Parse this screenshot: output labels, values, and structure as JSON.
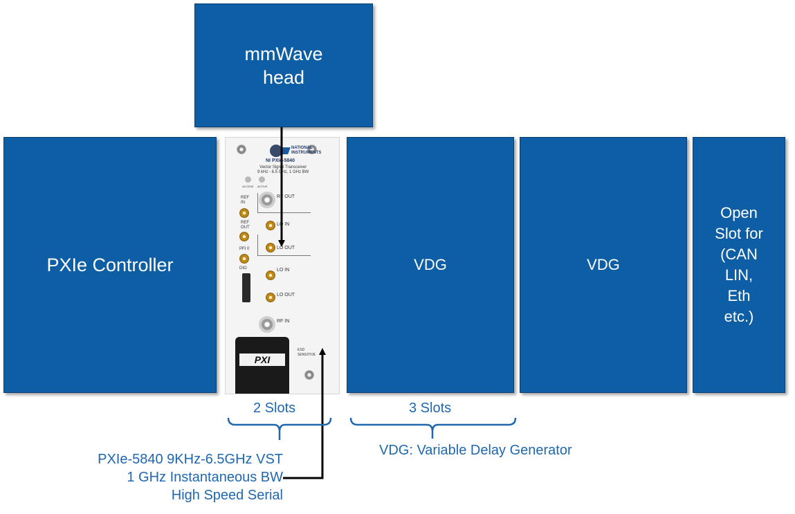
{
  "boxes": {
    "mmwave": "mmWave\nhead",
    "pxie_controller": "PXIe Controller",
    "vdg_1": "VDG",
    "vdg_2": "VDG",
    "open_slot": "Open\nSlot for\n(CAN\nLIN,\nEth\netc.)"
  },
  "module": {
    "brand": "NATIONAL\nINSTRUMENTS",
    "model": "NI PXIe-5840",
    "subtitle": "Vector Signal Transceiver\n9 kHz - 6.5 GHz, 1 GHz BW",
    "led_access": "ACCESS",
    "led_active": "ACTIVE",
    "ref_in": "REF\nIN",
    "ref_out": "REF\nOUT",
    "pfi0": "PFI 0",
    "dio": "DIO",
    "rf_out": "RF OUT",
    "lo_in_1": "LO IN",
    "lo_out_1": "LO OUT",
    "lo_in_2": "LO IN",
    "lo_out_2": "LO OUT",
    "rf_in": "RF IN",
    "pxi": "PXI",
    "esd": "ESD\nSENSITIVE"
  },
  "braces": {
    "slots_2": "2 Slots",
    "slots_3": "3 Slots"
  },
  "vdg_note": "VDG: Variable Delay Generator",
  "callout": {
    "line1": "PXIe-5840 9KHz-6.5GHz VST",
    "line2": "1 GHz Instantaneous BW",
    "line3": "High Speed Serial"
  },
  "colors": {
    "box_fill": "#0e5ea5",
    "label_blue": "#1f67b0"
  }
}
